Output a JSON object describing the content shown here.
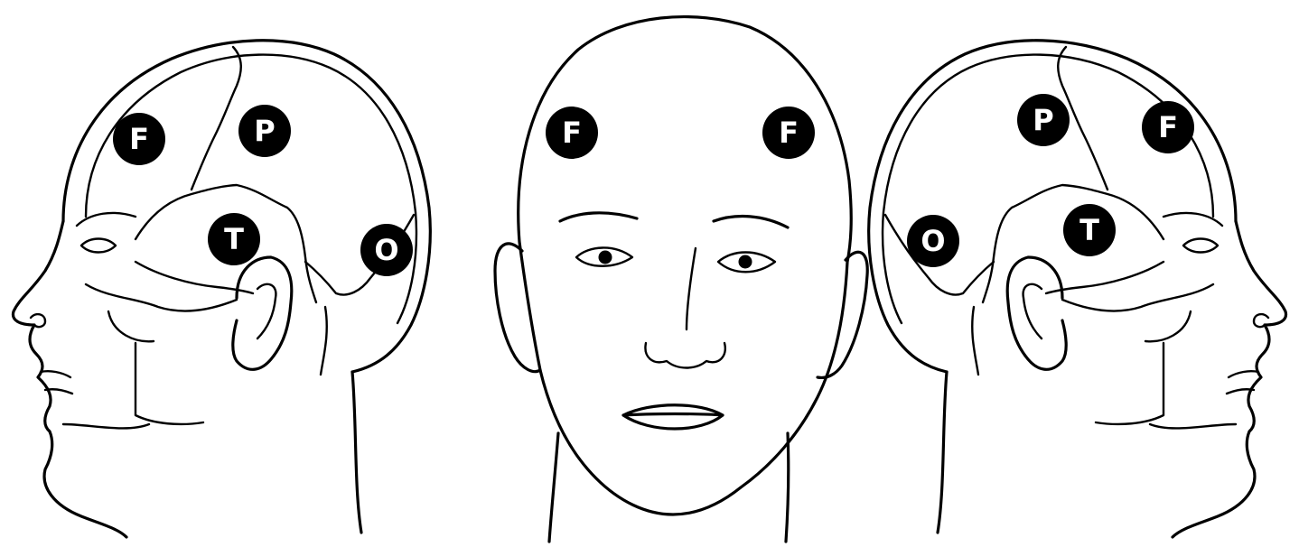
{
  "colors": {
    "ink": "#000000",
    "background": "#ffffff",
    "marker_text": "#ffffff"
  },
  "left_head": {
    "labels": {
      "frontal": "F",
      "parietal": "P",
      "temporal": "T",
      "occipital": "O"
    }
  },
  "front_head": {
    "labels": {
      "frontal_left": "F",
      "frontal_right": "F"
    }
  },
  "right_head": {
    "labels": {
      "parietal": "P",
      "frontal": "F",
      "temporal": "T",
      "occipital": "O"
    }
  }
}
